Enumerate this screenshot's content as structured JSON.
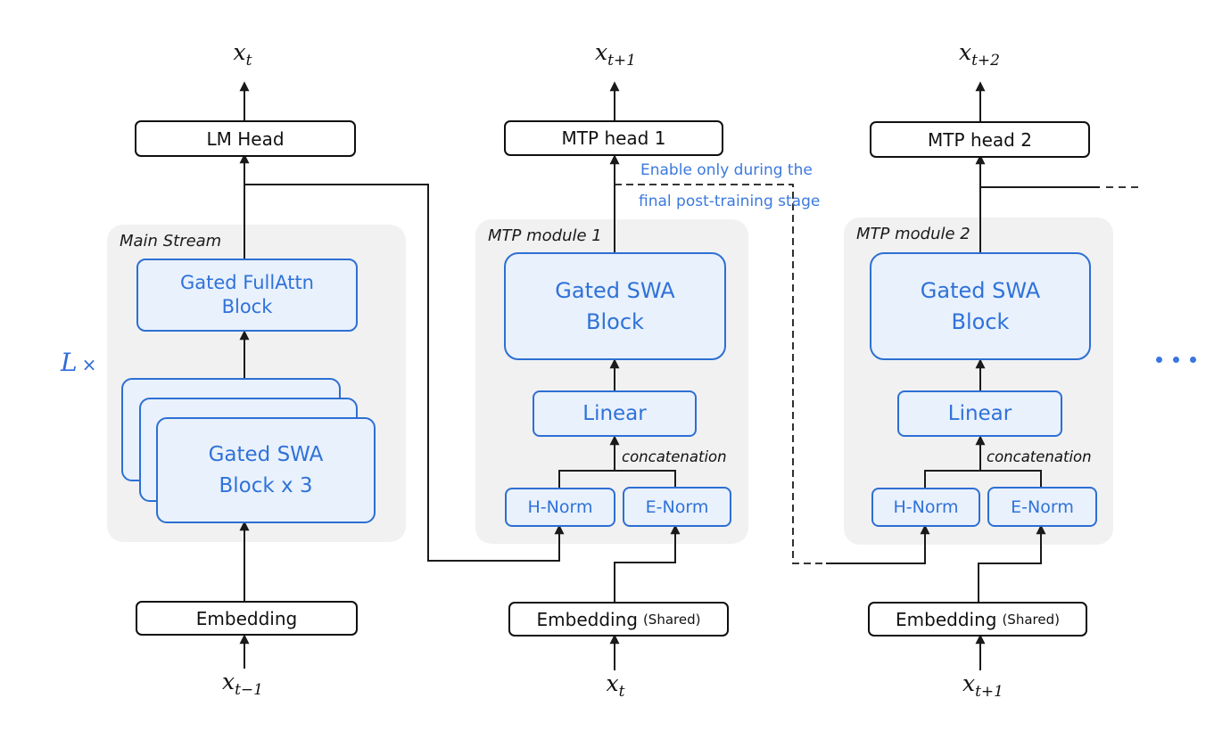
{
  "colors": {
    "block_border": "#2d6fd3",
    "block_fill": "#e9f1fc",
    "block_text": "#2f72d9",
    "panel_bg": "#f1f1f2",
    "annotation_blue": "#3b79de",
    "line_black": "#1a1a1a"
  },
  "main_stream": {
    "panel_label": "Main Stream",
    "output": {
      "base": "x",
      "sub": "t"
    },
    "head": "LM Head",
    "repeat": {
      "factor": "L",
      "times": "×"
    },
    "blocks": {
      "fullattn": {
        "line1": "Gated FullAttn",
        "line2": "Block"
      },
      "swa_stack": {
        "line1": "Gated SWA",
        "line2": "Block x 3"
      }
    },
    "embedding": "Embedding",
    "input": {
      "base": "x",
      "sub": "t−1"
    }
  },
  "mtp_module_1": {
    "panel_label": "MTP module 1",
    "output": {
      "base": "x",
      "sub": "t+1"
    },
    "head": "MTP head 1",
    "blocks": {
      "swa": {
        "line1": "Gated SWA",
        "line2": "Block"
      },
      "linear": "Linear",
      "h_norm": "H-Norm",
      "e_norm": "E-Norm"
    },
    "concat_label": "concatenation",
    "embedding": {
      "name": "Embedding",
      "qualifier": "(Shared)"
    },
    "input": {
      "base": "x",
      "sub": "t"
    }
  },
  "mtp_module_2": {
    "panel_label": "MTP module 2",
    "output": {
      "base": "x",
      "sub": "t+2"
    },
    "head": "MTP head 2",
    "blocks": {
      "swa": {
        "line1": "Gated SWA",
        "line2": "Block"
      },
      "linear": "Linear",
      "h_norm": "H-Norm",
      "e_norm": "E-Norm"
    },
    "concat_label": "concatenation",
    "embedding": {
      "name": "Embedding",
      "qualifier": "(Shared)"
    },
    "input": {
      "base": "x",
      "sub": "t+1"
    }
  },
  "annotation": {
    "line1": "Enable only during the",
    "line2": "final post-training stage"
  },
  "icons": {
    "continuation": "ellipsis-dots"
  }
}
